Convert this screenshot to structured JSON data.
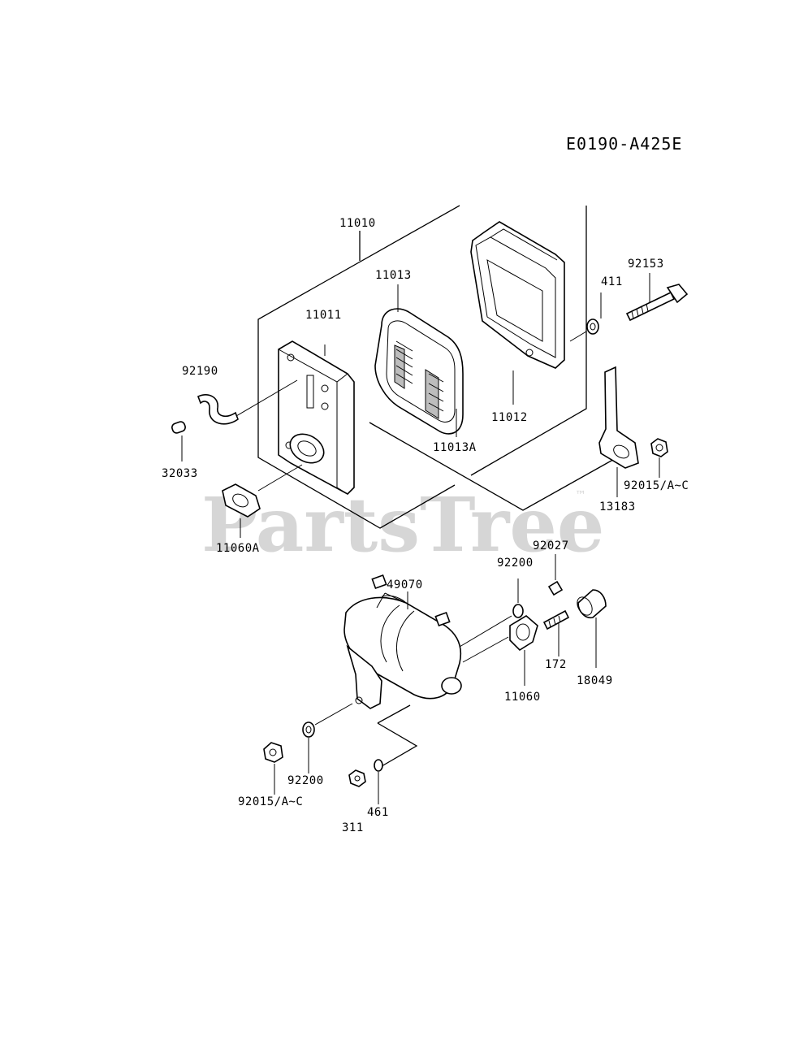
{
  "diagram_code": "E0190-A425E",
  "watermark": {
    "text": "PartsTree",
    "trademark": "™"
  },
  "parts": [
    {
      "id": "p11010",
      "label": "11010"
    },
    {
      "id": "p11013",
      "label": "11013"
    },
    {
      "id": "p411",
      "label": "411"
    },
    {
      "id": "p92153",
      "label": "92153"
    },
    {
      "id": "p11011",
      "label": "11011"
    },
    {
      "id": "p92190",
      "label": "92190"
    },
    {
      "id": "p11012",
      "label": "11012"
    },
    {
      "id": "p11013A",
      "label": "11013A"
    },
    {
      "id": "p32033",
      "label": "32033"
    },
    {
      "id": "p92015a",
      "label": "92015/A~C"
    },
    {
      "id": "p13183",
      "label": "13183"
    },
    {
      "id": "p11060A",
      "label": "11060A"
    },
    {
      "id": "p92027",
      "label": "92027"
    },
    {
      "id": "p92200a",
      "label": "92200"
    },
    {
      "id": "p49070",
      "label": "49070"
    },
    {
      "id": "p18049",
      "label": "18049"
    },
    {
      "id": "p172",
      "label": "172"
    },
    {
      "id": "p11060",
      "label": "11060"
    },
    {
      "id": "p92200b",
      "label": "92200"
    },
    {
      "id": "p92015b",
      "label": "92015/A~C"
    },
    {
      "id": "p461",
      "label": "461"
    },
    {
      "id": "p311",
      "label": "311"
    }
  ]
}
